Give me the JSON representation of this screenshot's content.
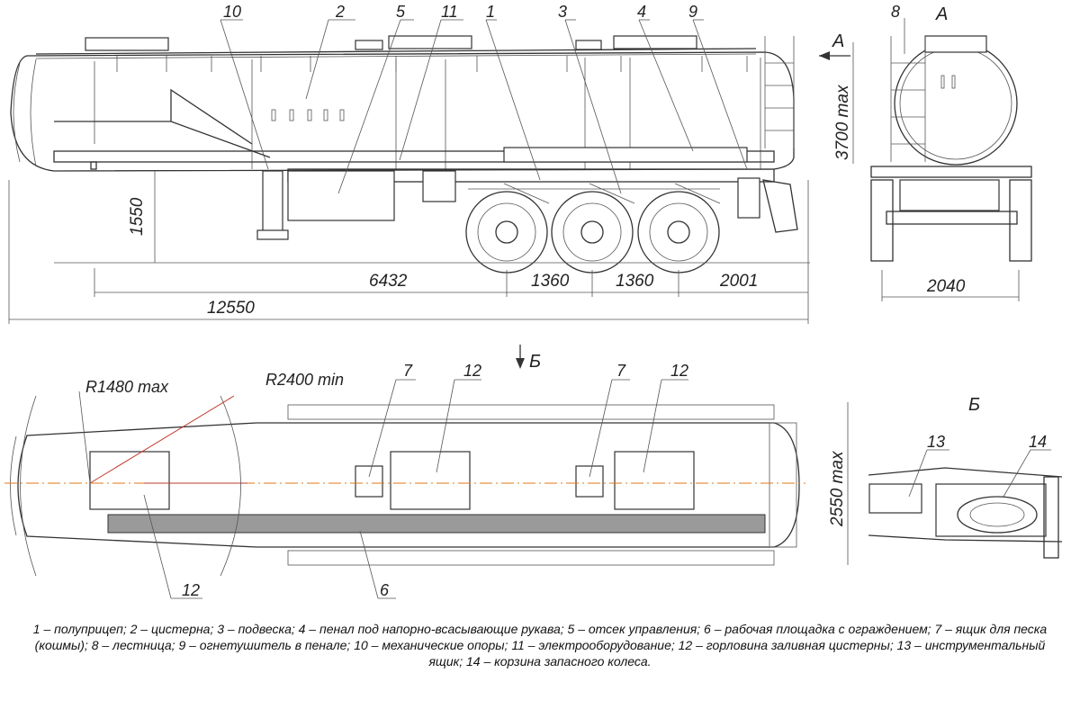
{
  "views": {
    "a": "А",
    "b": "Б"
  },
  "dimensions": {
    "height_axle": "1550",
    "len_front": "6432",
    "axle_gap_1": "1360",
    "axle_gap_2": "1360",
    "rear_overhang": "2001",
    "total_length": "12550",
    "height_max": "3700 max",
    "track": "2040",
    "width_max": "2550 max",
    "radius_front": "R1480 max",
    "radius_turn": "R2400 min"
  },
  "callouts_side": [
    "10",
    "2",
    "5",
    "11",
    "1",
    "3",
    "4",
    "9"
  ],
  "callouts_end": [
    "8"
  ],
  "callouts_plan": [
    "7",
    "12",
    "7",
    "12",
    "12",
    "6"
  ],
  "callouts_detail": [
    "13",
    "14"
  ],
  "legend": "1 – полуприцеп; 2 – цистерна; 3 – подвеска; 4 – пенал под напорно-всасывающие рукава; 5 – отсек управления; 6 – рабочая площадка с ограждением; 7 – ящик для песка (кошмы); 8 – лестница; 9 – огнетушитель в пенале; 10 – механические опоры; 11 – электрооборудование; 12 – горловина заливная цистерны; 13 – инструментальный ящик; 14 – корзина запасного колеса."
}
